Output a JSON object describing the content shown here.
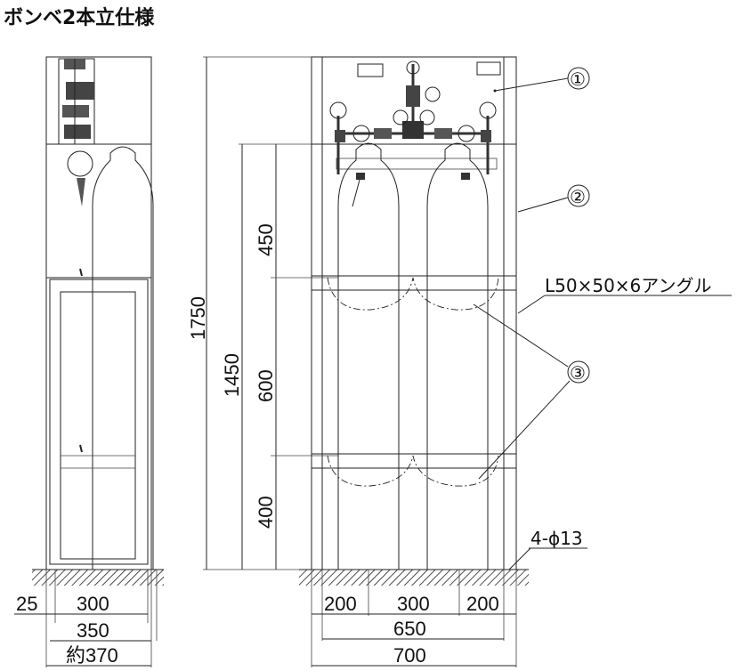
{
  "title": "ボンベ2本立仕様",
  "callouts": {
    "c1": "①",
    "c2": "②",
    "c3": "③"
  },
  "labels": {
    "angle": "L50×50×6アングル",
    "holes": "4-ϕ13"
  },
  "dimensions": {
    "h_total": "1750",
    "h_frame": "1450",
    "h_top": "450",
    "h_mid": "600",
    "h_bot": "400",
    "side_25": "25",
    "side_300": "300",
    "side_350": "350",
    "side_370": "約370",
    "front_200a": "200",
    "front_300": "300",
    "front_200b": "200",
    "front_650": "650",
    "front_700": "700"
  }
}
